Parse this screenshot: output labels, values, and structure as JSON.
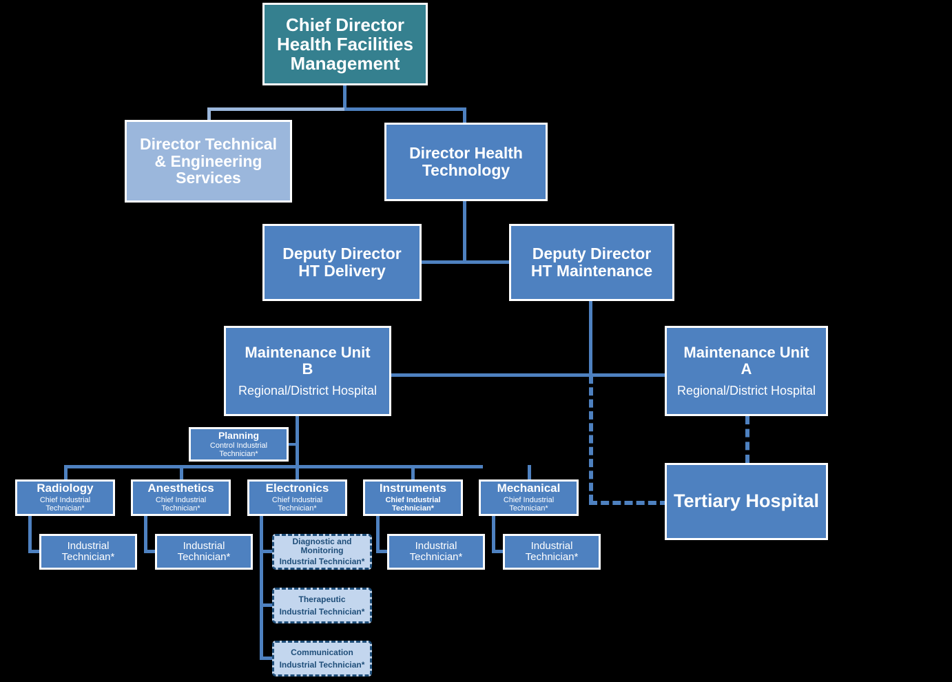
{
  "chart": {
    "kind": "organizational-chart",
    "background_color": "#000000",
    "colors": {
      "teal": "#35808F",
      "blue": "#4E81C0",
      "light_blue": "#9BB7DC",
      "dashed_fill": "#C3D6EE",
      "dashed_border": "#1F4E79",
      "node_border": "#FFFFFF",
      "connector": "#4E81C0"
    },
    "nodes": {
      "chief_director": {
        "title": "Chief Director\nHealth Facilities\nManagement",
        "line1": "Chief Director",
        "line2": "Health Facilities",
        "line3": "Management"
      },
      "director_technical": {
        "line1": "Director Technical",
        "line2": "& Engineering",
        "line3": "Services"
      },
      "director_health_technology": {
        "line1": "Director Health",
        "line2": "Technology"
      },
      "deputy_delivery": {
        "line1": "Deputy Director",
        "line2": "HT Delivery"
      },
      "deputy_maintenance": {
        "line1": "Deputy Director",
        "line2": "HT Maintenance"
      },
      "maintenance_unit_b": {
        "line1": "Maintenance Unit",
        "line2": "B",
        "sub": "Regional/District Hospital"
      },
      "maintenance_unit_a": {
        "line1": "Maintenance Unit",
        "line2": "A",
        "sub": "Regional/District Hospital"
      },
      "tertiary_hospital": {
        "title": "Tertiary Hospital"
      },
      "planning": {
        "title": "Planning",
        "sub_line1": "Control Industrial",
        "sub_line2": "Technician*"
      }
    },
    "departments": [
      {
        "title": "Radiology",
        "sub_line1": "Chief Industrial",
        "sub_line2": "Technician*",
        "bold_sub": false
      },
      {
        "title": "Anesthetics",
        "sub_line1": "Chief Industrial",
        "sub_line2": "Technician*",
        "bold_sub": false
      },
      {
        "title": "Electronics",
        "sub_line1": "Chief Industrial",
        "sub_line2": "Technician*",
        "bold_sub": false
      },
      {
        "title": "Instruments",
        "sub_line1": "Chief Industrial",
        "sub_line2": "Technician*",
        "bold_sub": true
      },
      {
        "title": "Mechanical",
        "sub_line1": "Chief Industrial",
        "sub_line2": "Technician*",
        "bold_sub": false
      }
    ],
    "technicians": [
      {
        "line1": "Industrial",
        "line2": "Technician*"
      },
      {
        "line1": "Industrial",
        "line2": "Technician*"
      },
      {
        "line1": "Industrial",
        "line2": "Technician*"
      },
      {
        "line1": "Industrial",
        "line2": "Technician*"
      }
    ],
    "electronics_subunits": [
      {
        "title_line1": "Diagnostic and",
        "title_line2": "Monitoring",
        "sub": "Industrial Technician*"
      },
      {
        "title_line1": "Therapeutic",
        "title_line2": "",
        "sub": "Industrial Technician*"
      },
      {
        "title_line1": "Communication",
        "title_line2": "",
        "sub": "Industrial Technician*"
      }
    ]
  }
}
